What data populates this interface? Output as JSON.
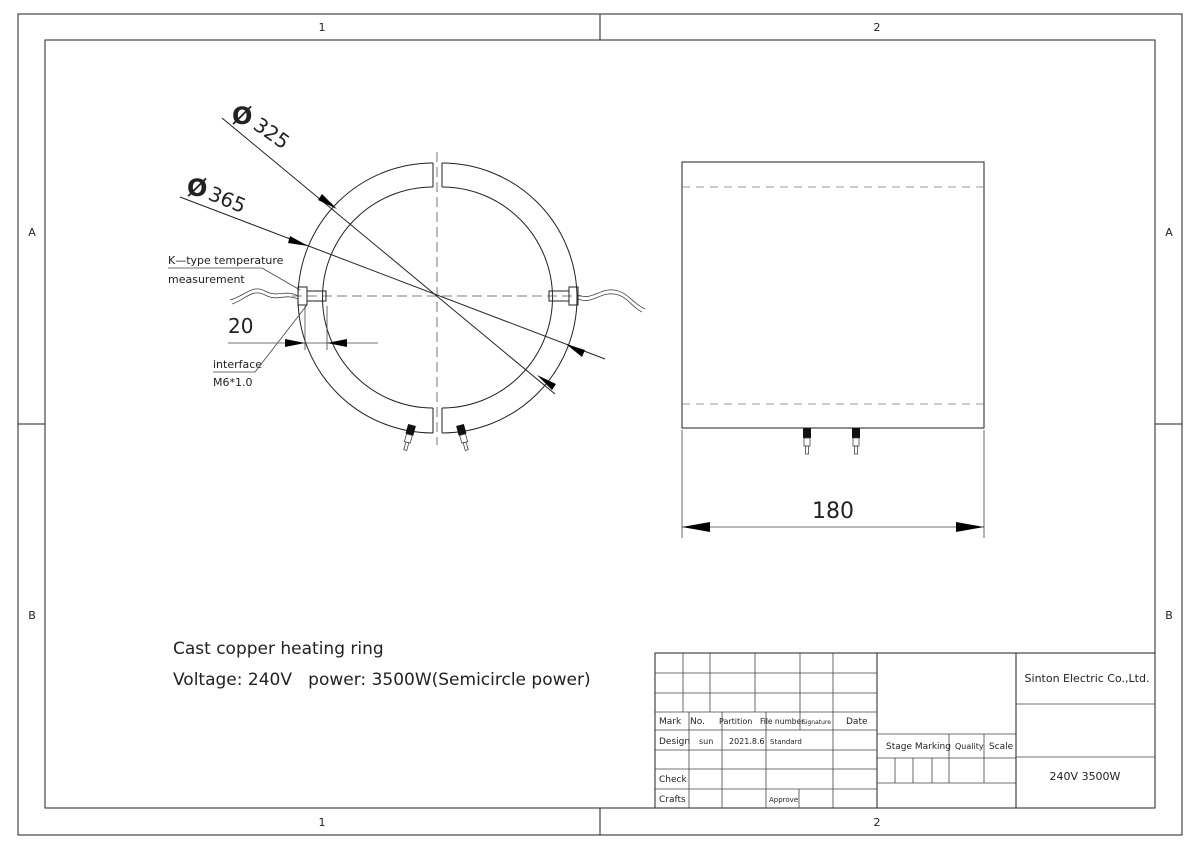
{
  "frame": {
    "zone_columns": [
      "1",
      "2"
    ],
    "zone_rows": [
      "A",
      "B"
    ]
  },
  "front_view": {
    "inner_diameter_label": "325",
    "outer_diameter_label": "365",
    "diameter_symbol": "Ø",
    "thickness_label": "20",
    "sensor_note_line1": "K—type temperature",
    "sensor_note_line2": "measurement",
    "interface_line1": "interface",
    "interface_line2": "M6*1.0"
  },
  "side_view": {
    "width_label": "180"
  },
  "notes": {
    "line1": "Cast copper heating ring",
    "line2": "Voltage: 240V   power: 3500W(Semicircle power)"
  },
  "title_block": {
    "company": "Sinton Electric Co.,Ltd.",
    "product": "240V 3500W",
    "mark": "Mark",
    "no": "No.",
    "partition": "Partition",
    "file_number": "File number",
    "signature": "Signature",
    "date": "Date",
    "design": "Design",
    "designer": "sun",
    "design_date": "2021.8.6",
    "standard": "Standard",
    "check": "Check",
    "crafts": "Crafts",
    "approve": "Approve",
    "stage_marking": "Stage Marking",
    "quality": "Quality",
    "scale": "Scale"
  }
}
